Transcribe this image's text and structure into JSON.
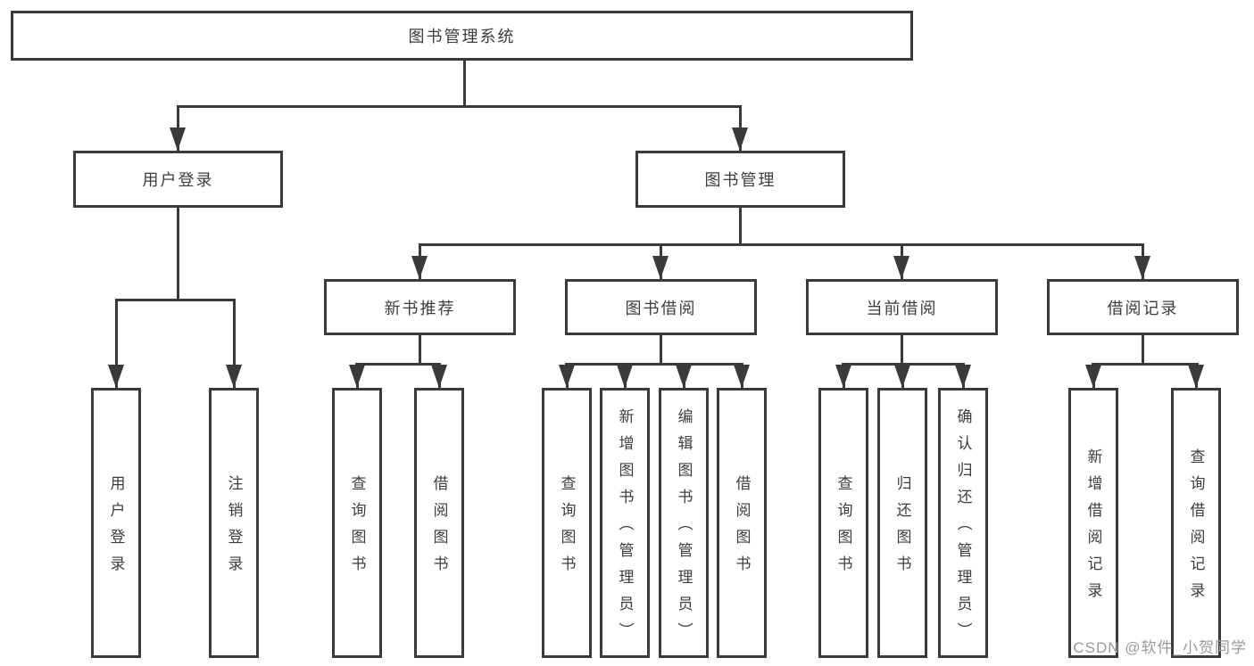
{
  "diagram": {
    "type": "hierarchy-tree",
    "root_label": "图书管理系统",
    "level1": [
      {
        "label": "用户登录"
      },
      {
        "label": "图书管理"
      }
    ],
    "level2": [
      {
        "parent": "图书管理",
        "label": "新书推荐"
      },
      {
        "parent": "图书管理",
        "label": "图书借阅"
      },
      {
        "parent": "图书管理",
        "label": "当前借阅"
      },
      {
        "parent": "图书管理",
        "label": "借阅记录"
      }
    ],
    "leaves": [
      {
        "parent": "用户登录",
        "label": "用户登录"
      },
      {
        "parent": "用户登录",
        "label": "注销登录"
      },
      {
        "parent": "新书推荐",
        "label": "查询图书"
      },
      {
        "parent": "新书推荐",
        "label": "借阅图书"
      },
      {
        "parent": "图书借阅",
        "label": "查询图书"
      },
      {
        "parent": "图书借阅",
        "label": "新增图书（管理员）"
      },
      {
        "parent": "图书借阅",
        "label": "编辑图书（管理员）"
      },
      {
        "parent": "图书借阅",
        "label": "借阅图书"
      },
      {
        "parent": "当前借阅",
        "label": "查询图书"
      },
      {
        "parent": "当前借阅",
        "label": "归还图书"
      },
      {
        "parent": "当前借阅",
        "label": "确认归还（管理员）"
      },
      {
        "parent": "借阅记录",
        "label": "新增借阅记录"
      },
      {
        "parent": "借阅记录",
        "label": "查询借阅记录"
      }
    ]
  },
  "watermark": {
    "text": "CSDN @软件_小贺同学",
    "color": "#9a9a9a"
  },
  "colors": {
    "line": "#3a3a3a",
    "text": "#3d3d3d",
    "background": "#ffffff"
  }
}
